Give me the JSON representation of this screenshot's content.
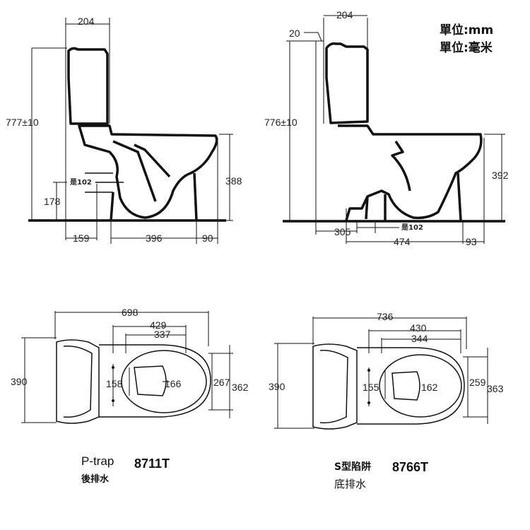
{
  "units": {
    "line1": "單位:mm",
    "line2": "單位:毫米"
  },
  "p_trap_model": {
    "type_label": "P-trap",
    "type_label_cn": "後排水",
    "model": "8711T",
    "side_view": {
      "tank_depth": "204",
      "height": "777±10",
      "outlet_height": "178",
      "outlet_dia": "是102",
      "rim_height": "388",
      "rear_offset": "159",
      "base_length": "396",
      "front_overhang": "90"
    },
    "top_view": {
      "total_length": "698",
      "bowl_length": "429",
      "seat_length": "337",
      "width": "390",
      "hole_spacing": "158",
      "seat_opening": "166",
      "bowl_width": "267",
      "overall_bowl_width": "362"
    }
  },
  "s_trap_model": {
    "type_label": "S型陷阱",
    "type_label_cn": "底排水",
    "model": "8766T",
    "side_view": {
      "tank_depth": "204",
      "gap": "20",
      "height": "776±10",
      "rim_height": "392",
      "outlet_dia": "是102",
      "rough_in": "305",
      "base_length": "474",
      "front_overhang": "93"
    },
    "top_view": {
      "total_length": "736",
      "bowl_length": "430",
      "seat_length": "344",
      "width": "390",
      "hole_spacing": "155",
      "seat_opening": "162",
      "bowl_width": "259",
      "overall_bowl_width": "363"
    }
  }
}
